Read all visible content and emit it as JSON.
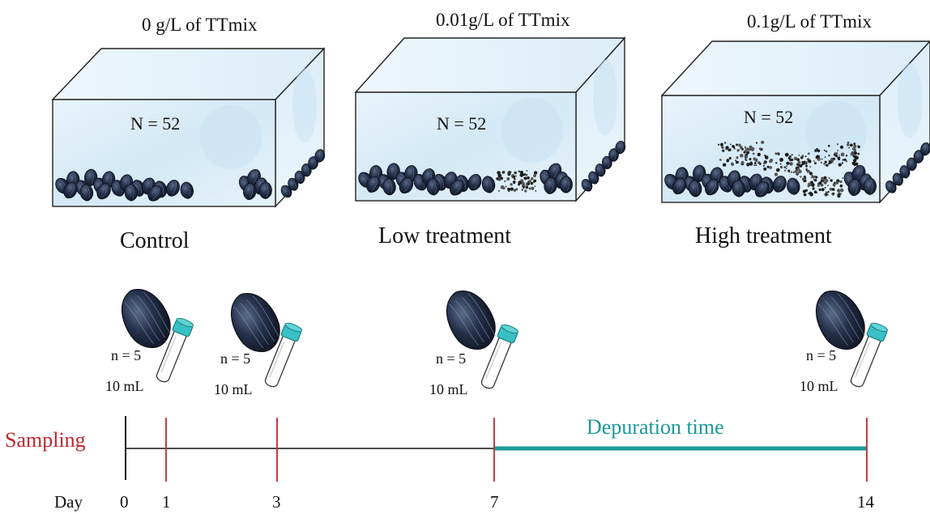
{
  "tanks": [
    {
      "id": "control",
      "concentration": "0 g/L of TTmix",
      "count": "N = 52",
      "group": "Control",
      "has_particles": false
    },
    {
      "id": "low",
      "concentration": "0.01g/L of TTmix",
      "count": "N = 52",
      "group": "Low treatment",
      "has_particles": true
    },
    {
      "id": "high",
      "concentration": "0.1g/L of TTmix",
      "count": "N = 52",
      "group": "High treatment",
      "has_particles": true
    }
  ],
  "samples": [
    {
      "day": 1,
      "n": "n = 5",
      "volume": "10 mL"
    },
    {
      "day": 3,
      "n": "n = 5",
      "volume": "10 mL"
    },
    {
      "day": 7,
      "n": "n = 5",
      "volume": "10 mL"
    },
    {
      "day": 14,
      "n": "n = 5",
      "volume": "10 mL"
    }
  ],
  "timeline": {
    "axis_title": "Sampling",
    "day_label": "Day",
    "ticks": [
      "0",
      "1",
      "3",
      "7",
      "14"
    ],
    "depuration_label": "Depuration time",
    "depuration_from_day": 7,
    "depuration_to_day": 14
  },
  "colors": {
    "sampling": "#c0282d",
    "depuration": "#1a9a96",
    "water": "#d8ecf7",
    "mussel": "#1c2433",
    "tube_cap": "#38c0c4"
  }
}
